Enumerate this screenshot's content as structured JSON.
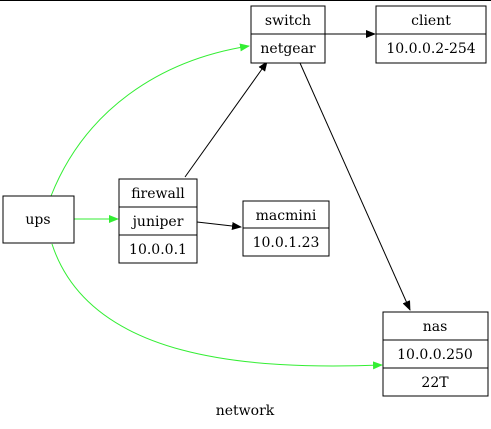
{
  "caption": "network",
  "colors": {
    "edge_default": "#000000",
    "edge_power": "#33ee33",
    "node_border": "#000000",
    "node_fill": "#ffffff"
  },
  "nodes": {
    "switch": {
      "rows": [
        "switch",
        "netgear"
      ]
    },
    "client": {
      "rows": [
        "client",
        "10.0.0.2-254"
      ]
    },
    "ups": {
      "rows": [
        "ups"
      ]
    },
    "firewall": {
      "rows": [
        "firewall",
        "juniper",
        "10.0.0.1"
      ]
    },
    "macmini": {
      "rows": [
        "macmini",
        "10.0.1.23"
      ]
    },
    "nas": {
      "rows": [
        "nas",
        "10.0.0.250",
        "22T"
      ]
    }
  },
  "edges": [
    {
      "from": "switch",
      "to": "client",
      "kind": "default"
    },
    {
      "from": "switch",
      "to": "nas",
      "kind": "default"
    },
    {
      "from": "firewall",
      "to": "switch",
      "kind": "default"
    },
    {
      "from": "firewall",
      "to": "macmini",
      "kind": "default"
    },
    {
      "from": "ups",
      "to": "switch",
      "kind": "power"
    },
    {
      "from": "ups",
      "to": "firewall",
      "kind": "power"
    },
    {
      "from": "ups",
      "to": "nas",
      "kind": "power"
    }
  ]
}
